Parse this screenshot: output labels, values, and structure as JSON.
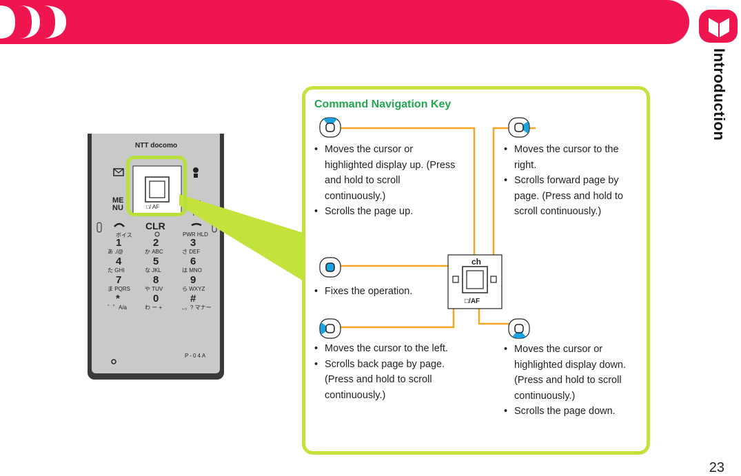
{
  "header": {
    "section": "Introduction",
    "page_number": "23"
  },
  "phone": {
    "brand": "NTT docomo",
    "model": "P-04A",
    "nav_bottom_label": "□/ AF",
    "menu_label": "ME NU",
    "tv_label": "TV",
    "clr_label": "CLR",
    "pwr_label": "PWR HLD",
    "keys": [
      {
        "num": "1",
        "label": "あ  ./@"
      },
      {
        "num": "2",
        "label": "か ABC"
      },
      {
        "num": "3",
        "label": "さ  DEF"
      },
      {
        "num": "4",
        "label": "た  GHI"
      },
      {
        "num": "5",
        "label": "な  JKL"
      },
      {
        "num": "6",
        "label": "は MNO"
      },
      {
        "num": "7",
        "label": "ま PQRS"
      },
      {
        "num": "8",
        "label": "や  TUV"
      },
      {
        "num": "9",
        "label": "ら WXYZ"
      },
      {
        "num": "*",
        "label": "゛゜A/a"
      },
      {
        "num": "0",
        "label": "わ ー  +"
      },
      {
        "num": "#",
        "label": "、。?  マナー"
      }
    ],
    "voice_label": "ボイス"
  },
  "panel": {
    "title": "Command Navigation Key",
    "center_bottom_label": "□/AF",
    "up": [
      "Moves the cursor or highlighted display up. (Press and hold to scroll continuously.)",
      "Scrolls the page up."
    ],
    "right": [
      "Moves the cursor to the right.",
      "Scrolls forward page by page. (Press and hold to scroll continuously.)"
    ],
    "center": [
      "Fixes the operation."
    ],
    "left": [
      "Moves the cursor to the left.",
      "Scrolls back page by page. (Press and hold to scroll continuously.)"
    ],
    "down": [
      "Moves the cursor or highlighted display down. (Press and hold to scroll continuously.)",
      "Scrolls the page down."
    ]
  },
  "colors": {
    "header": "#ef1650",
    "panel_border": "#c4e23c",
    "title": "#1fa64f",
    "key_blue": "#1aa3e0",
    "line_orange": "#f5a623"
  }
}
